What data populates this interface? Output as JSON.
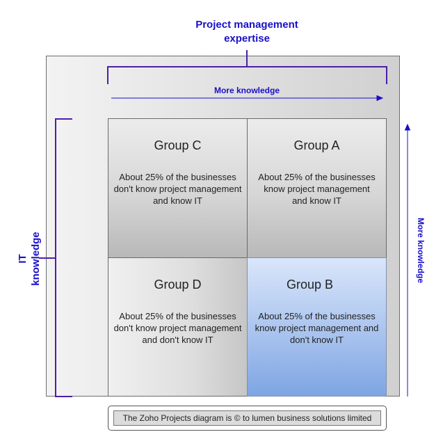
{
  "top_axis": {
    "title_line1": "Project management",
    "title_line2": "expertise",
    "arrow_label": "More knowledge"
  },
  "left_axis": {
    "title_line1": "IT",
    "title_line2": "knowledge"
  },
  "right_axis": {
    "arrow_label": "More knowledge"
  },
  "quadrants": [
    {
      "title": "Group C",
      "text": "About 25% of the businesses don't know project management and know IT"
    },
    {
      "title": "Group A",
      "text": "About 25% of the businesses know project management and know IT"
    },
    {
      "title": "Group D",
      "text": "About 25% of the businesses don't know project management and don't know IT"
    },
    {
      "title": "Group B",
      "text": "About 25% of the businesses know project management and don't know IT"
    }
  ],
  "footer": {
    "text": "The Zoho Projects diagram is © to lumen business solutions limited"
  },
  "colors": {
    "accent": "#1a10c8",
    "bracket": "#4b1fa8",
    "highlight_quadrant": "#a9c3ee"
  }
}
